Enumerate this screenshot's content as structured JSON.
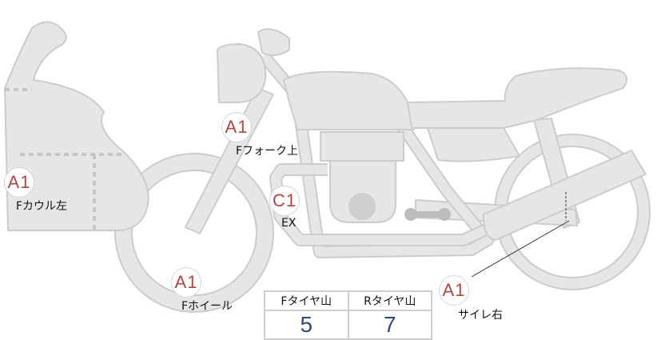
{
  "colors": {
    "body_fill": "#e6e6e6",
    "body_stroke": "#cccccc",
    "badge_text": "#b5443f",
    "value_text": "#2f4a86"
  },
  "markers": [
    {
      "id": "f-cowl-left",
      "code": "A1",
      "label": "Fカウル左"
    },
    {
      "id": "f-fork-upper",
      "code": "A1",
      "label": "Fフォーク上"
    },
    {
      "id": "ex",
      "code": "C1",
      "label": "EX"
    },
    {
      "id": "f-wheel",
      "code": "A1",
      "label": "Fホイール"
    },
    {
      "id": "silencer-right",
      "code": "A1",
      "label": "サイレ右"
    }
  ],
  "tread_table": {
    "headers": [
      "Fタイヤ山",
      "Rタイヤ山"
    ],
    "values": [
      "5",
      "7"
    ]
  }
}
